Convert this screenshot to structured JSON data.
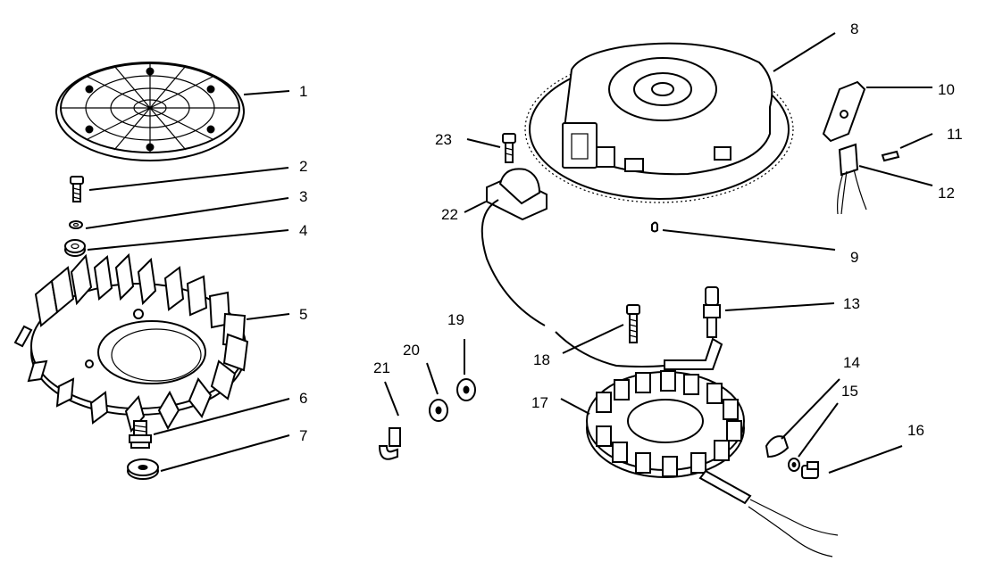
{
  "labels": {
    "p1": "1",
    "p2": "2",
    "p3": "3",
    "p4": "4",
    "p5": "5",
    "p6": "6",
    "p7": "7",
    "p8": "8",
    "p9": "9",
    "p10": "10",
    "p11": "11",
    "p12": "12",
    "p13": "13",
    "p14": "14",
    "p15": "15",
    "p16": "16",
    "p17": "17",
    "p18": "18",
    "p19": "19",
    "p20": "20",
    "p21": "21",
    "p22": "22",
    "p23": "23"
  }
}
